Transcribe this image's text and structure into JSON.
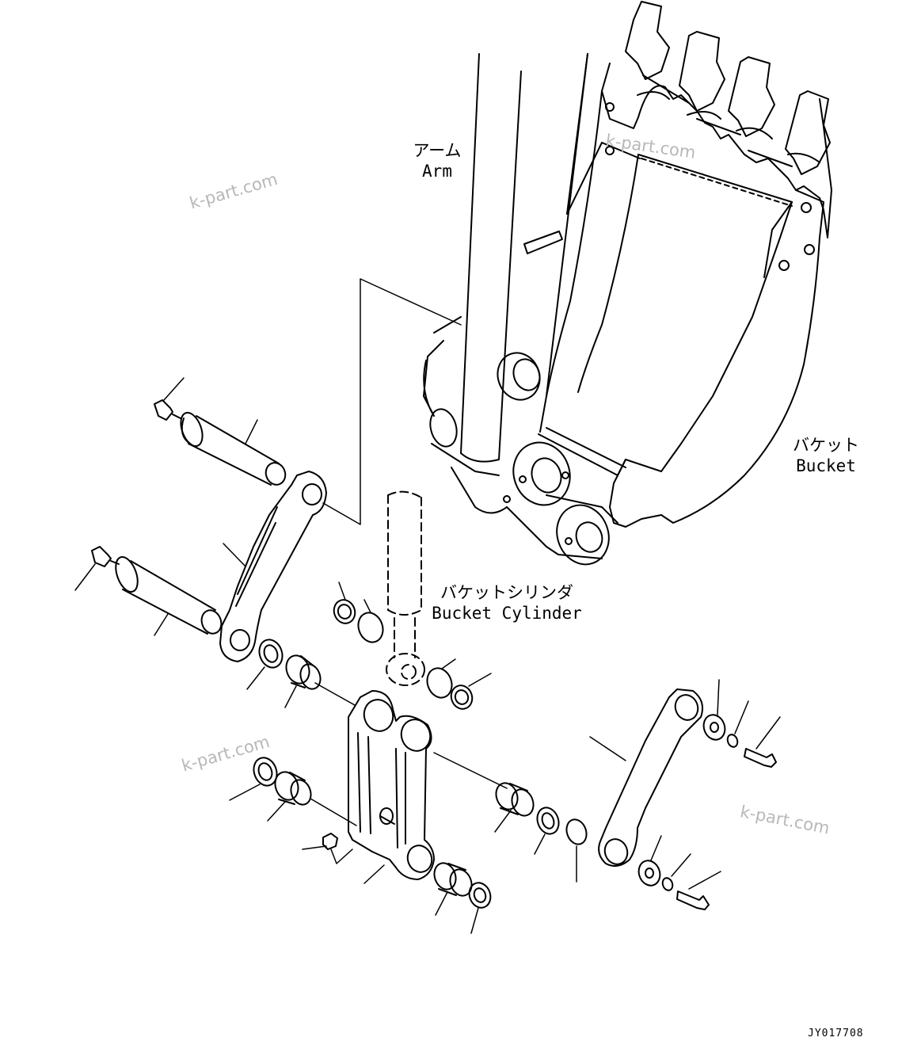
{
  "labels": {
    "arm_jp": "アーム",
    "arm_en": "Arm",
    "bucket_jp": "バケット",
    "bucket_en": "Bucket",
    "cylinder_jp": "バケットシリンダ",
    "cylinder_en": "Bucket Cylinder"
  },
  "watermark": "k-part.com",
  "doc_id": "JY017708"
}
